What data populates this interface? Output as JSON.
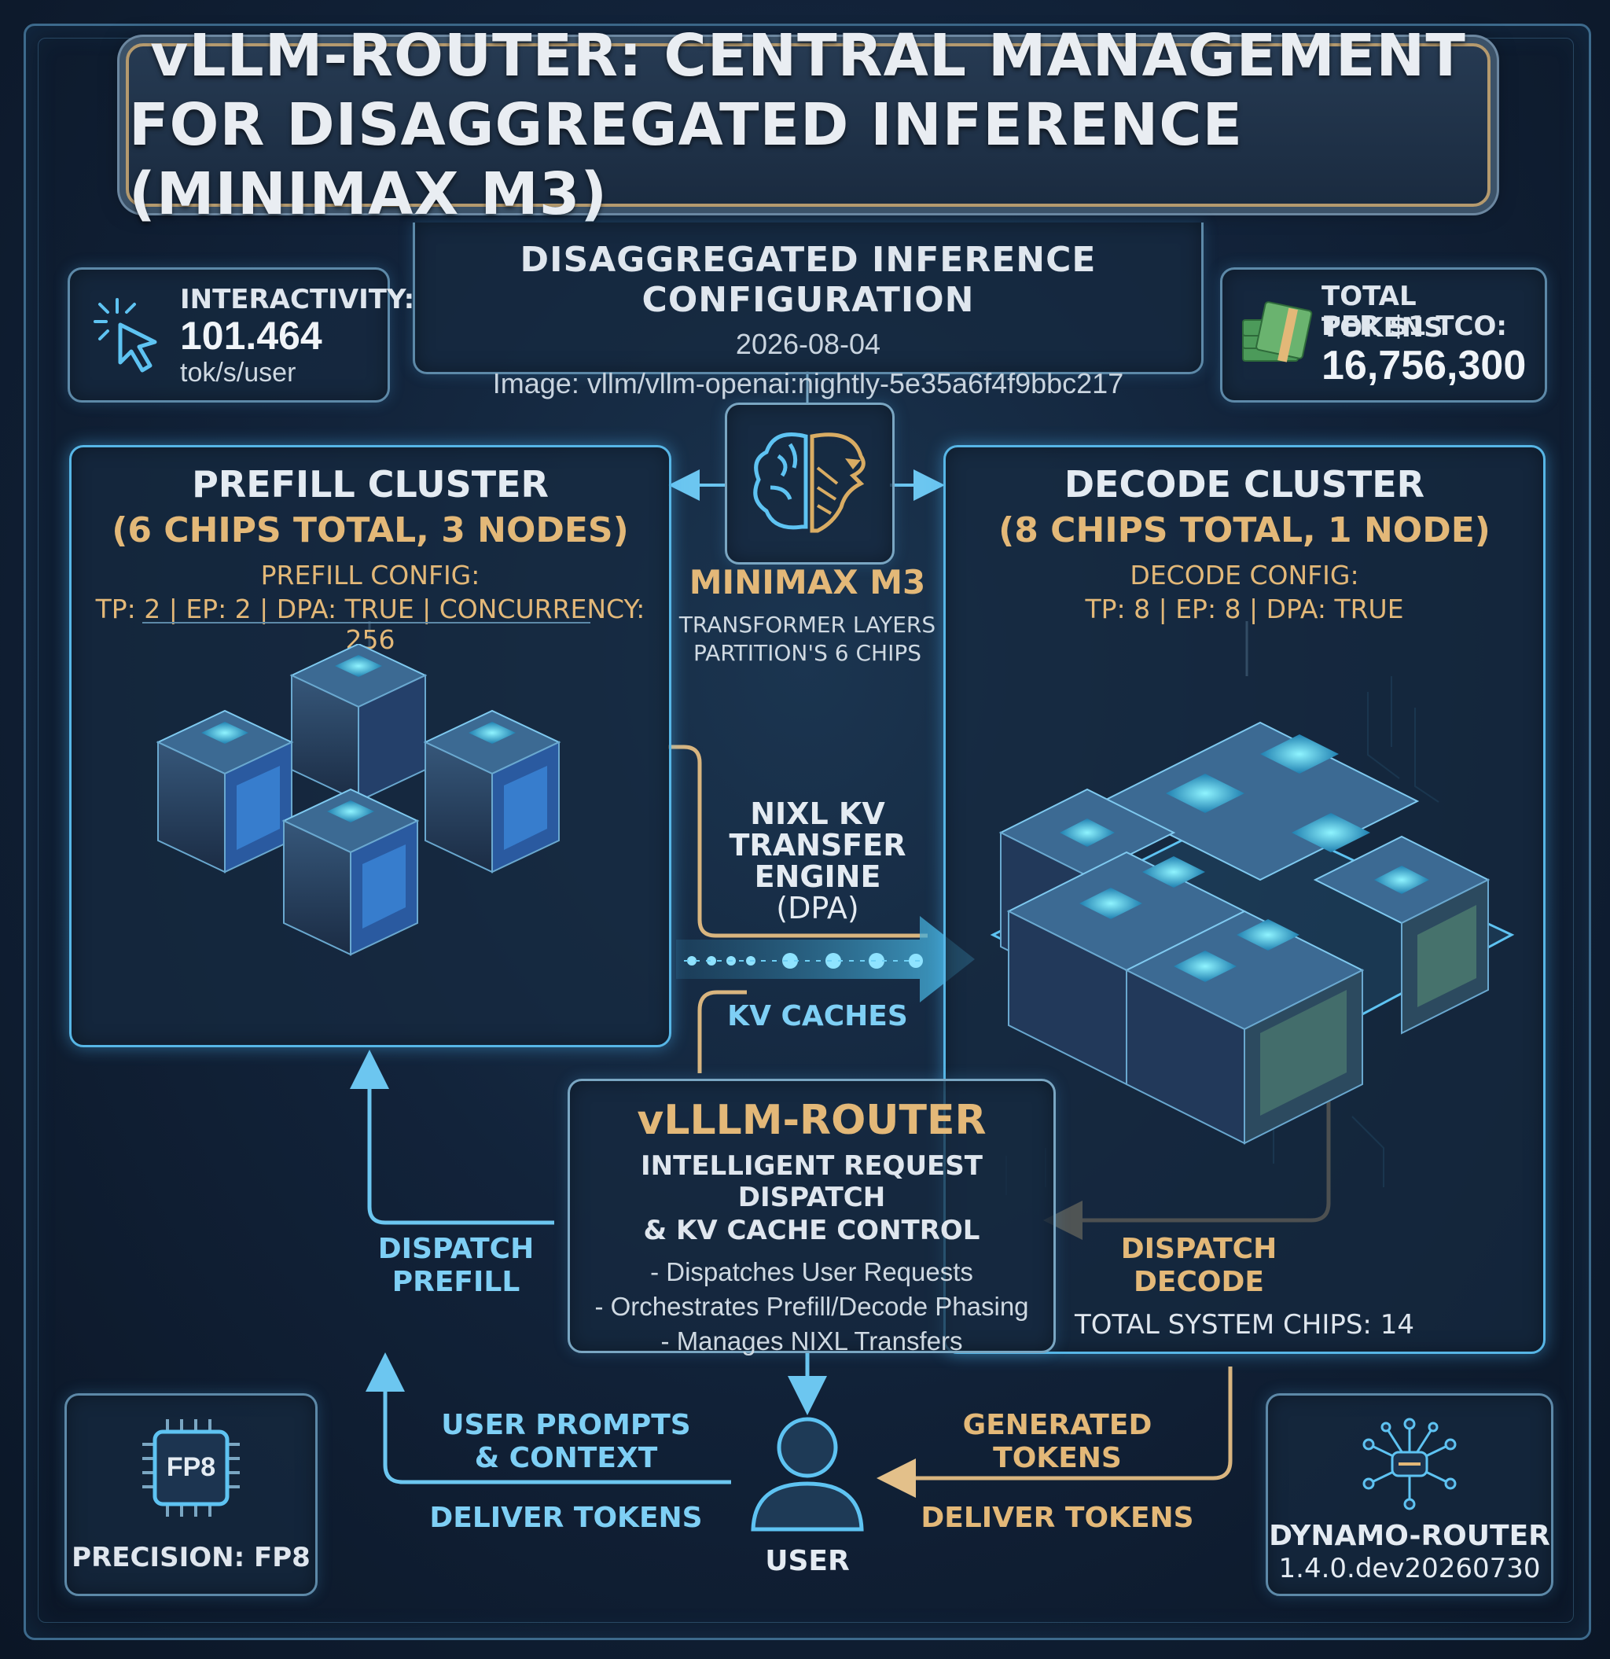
{
  "title": {
    "line1": "vLLM-ROUTER: CENTRAL MANAGEMENT",
    "line2": "FOR DISAGGREGATED INFERENCE (MINIMAX M3)"
  },
  "config": {
    "heading": "DISAGGREGATED INFERENCE CONFIGURATION",
    "date": "2026-08-04",
    "image": "Image: vllm/vllm-openai:nightly-5e35a6f4f9bbc217"
  },
  "interactivity": {
    "label": "INTERACTIVITY:",
    "value": "101.464",
    "unit": "tok/s/user"
  },
  "tokens": {
    "label_line1": "TOTAL TOKENS",
    "label_line2": "PER $1 TCO:",
    "value": "16,756,300"
  },
  "prefill": {
    "title": "PREFILL CLUSTER",
    "chips": "(6 CHIPS TOTAL, 3 NODES)",
    "config_label": "PREFILL CONFIG:",
    "config": "TP: 2 | EP: 2 | DPA: TRUE | CONCURRENCY: 256"
  },
  "decode": {
    "title": "DECODE CLUSTER",
    "chips": "(8 CHIPS TOTAL, 1 NODE)",
    "config_label": "DECODE CONFIG:",
    "config": "TP: 8 | EP: 8 | DPA: TRUE",
    "total_chips": "TOTAL SYSTEM CHIPS: 14"
  },
  "model": {
    "name": "MINIMAX M3",
    "sub_line1": "TRANSFORMER LAYERS",
    "sub_line2": "PARTITION'S 6 CHIPS"
  },
  "nixl": {
    "line1": "NIXL KV",
    "line2": "TRANSFER",
    "line3": "ENGINE",
    "line4": "(DPA)",
    "kv_caches": "KV CACHES"
  },
  "router": {
    "title": "vLLLM-ROUTER",
    "sub_line1": "INTELLIGENT REQUEST DISPATCH",
    "sub_line2": "& KV CACHE CONTROL",
    "bullets": [
      "- Dispatches User Requests",
      "- Orchestrates Prefill/Decode Phasing",
      "- Manages NIXL Transfers"
    ]
  },
  "flows": {
    "dispatch_prefill_1": "DISPATCH",
    "dispatch_prefill_2": "PREFILL",
    "dispatch_decode_1": "DISPATCH",
    "dispatch_decode_2": "DECODE",
    "user_prompts_1": "USER PROMPTS",
    "user_prompts_2": "& CONTEXT",
    "deliver_left": "DELIVER TOKENS",
    "generated_1": "GENERATED",
    "generated_2": "TOKENS",
    "deliver_right": "DELIVER TOKENS"
  },
  "user": {
    "label": "USER"
  },
  "precision": {
    "chip": "FP8",
    "label": "PRECISION: FP8"
  },
  "dynamo": {
    "name": "DYNAMO-ROUTER",
    "version": "1.4.0.dev20260730"
  },
  "colors": {
    "accent_blue": "#5ec3f2",
    "accent_gold": "#e3b878",
    "panel_border": "#5d89a8"
  }
}
